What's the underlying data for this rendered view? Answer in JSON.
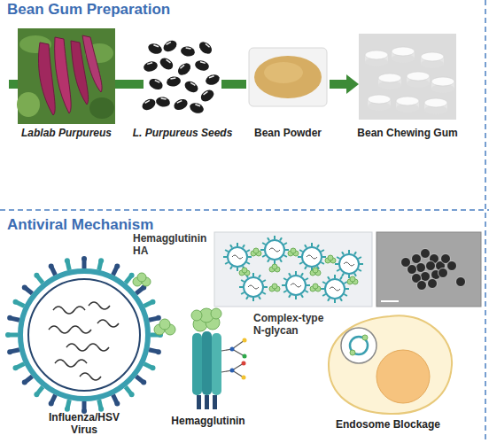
{
  "diagram": {
    "nodes": [
      {
        "text": [
          "Lablab Purpureus"
        ]
      },
      {
        "text": [
          "L. Purpureus Seeds"
        ]
      },
      {
        "text": [
          "Bean Powder"
        ]
      },
      {
        "text": [
          "Bean Chewing Gum"
        ]
      },
      {
        "text": [
          "Influenza/HSV Virus"
        ]
      },
      {
        "text": [
          "Hemagglutinin"
        ]
      },
      {
        "text": [
          "Endosome Blockage"
        ]
      }
    ],
    "edges": [
      {
        "from": 0,
        "to": 1,
        "arrow": "none"
      },
      {
        "from": 1,
        "to": 2,
        "arrow": "none"
      },
      {
        "from": 2,
        "to": 3,
        "arrow": "to"
      }
    ],
    "labels": [
      "Bean Gum Preparation",
      "Antiviral Mechanism",
      "Hemagglutinin HA",
      "Complex-type N-glycan"
    ]
  }
}
